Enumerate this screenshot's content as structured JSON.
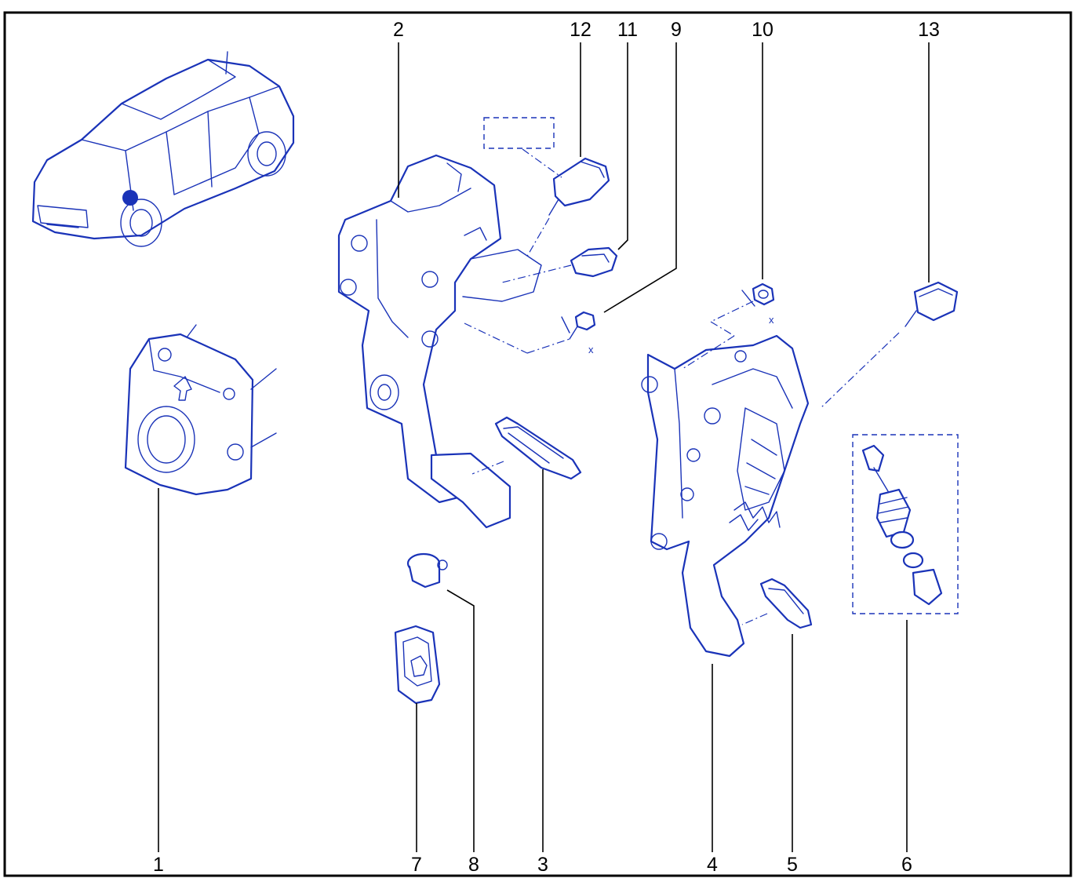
{
  "callouts": {
    "c1": "1",
    "c2": "2",
    "c3": "3",
    "c4": "4",
    "c5": "5",
    "c6": "6",
    "c7": "7",
    "c8": "8",
    "c9": "9",
    "c10": "10",
    "c11": "11",
    "c12": "12",
    "c13": "13"
  },
  "marks": {
    "x": "x"
  },
  "colors": {
    "line_art": "#1a33b8",
    "callout_text": "#000000",
    "frame": "#000000",
    "background": "#ffffff"
  }
}
